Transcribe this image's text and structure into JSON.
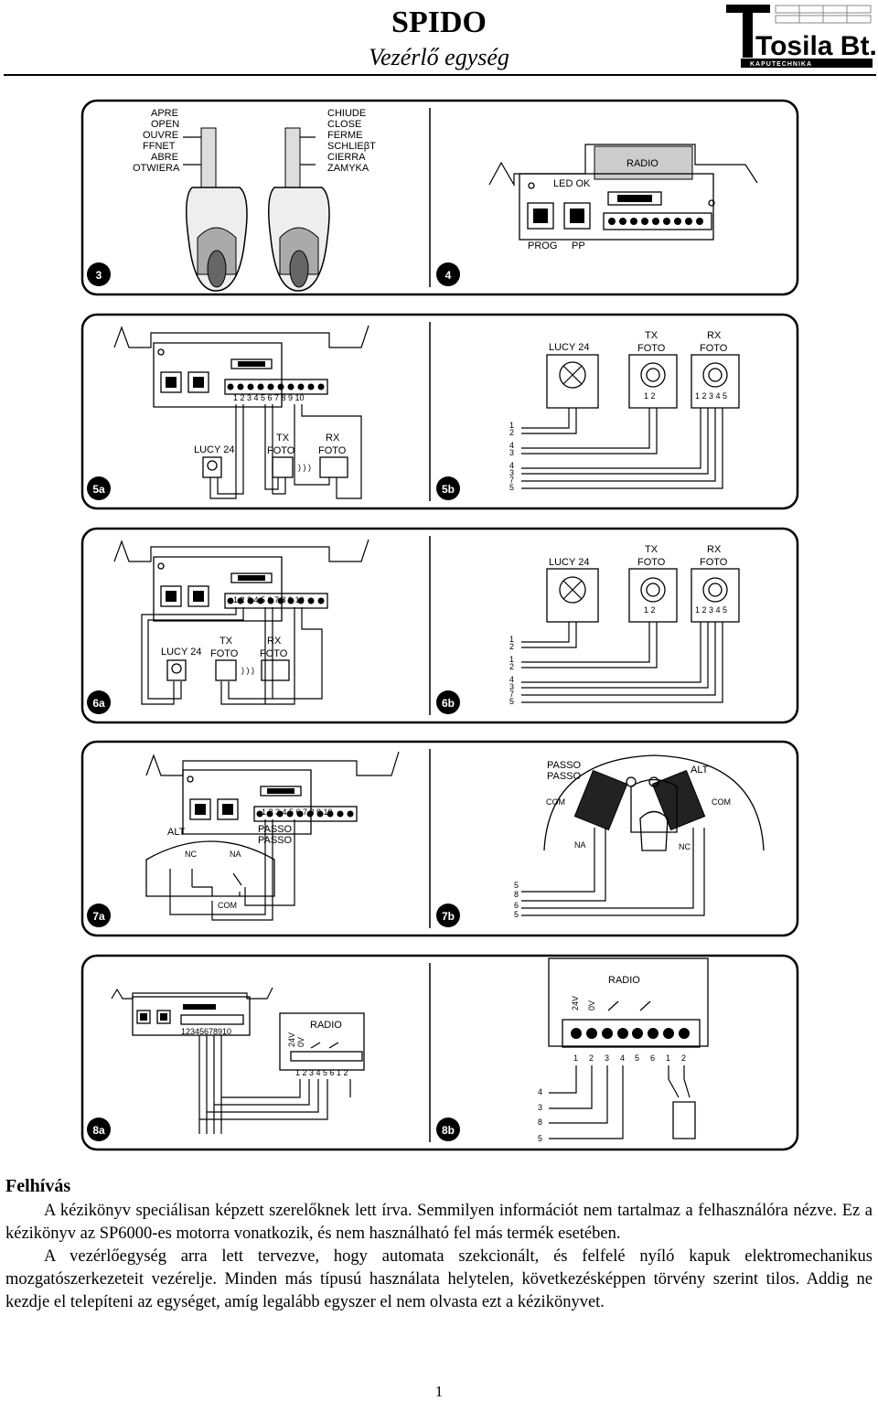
{
  "header": {
    "title": "SPIDO",
    "subtitle": "Vezérlő egység",
    "logo_text": "Tosila Bt.",
    "logo_tagline": "KAPUTECHNIKA"
  },
  "figures": {
    "f3": {
      "badge": "3",
      "open_words": [
        "APRE",
        "OPEN",
        "OUVRE",
        "FFNET",
        "ABRE",
        "OTWIERA"
      ],
      "close_words": [
        "CHIUDE",
        "CLOSE",
        "FERME",
        "SCHLIEβT",
        "CIERRA",
        "ZAMYKA"
      ]
    },
    "f4": {
      "badge": "4",
      "radio": "RADIO",
      "led": "LED OK",
      "prog": "PROG",
      "pp": "PP"
    },
    "f5a": {
      "badge": "5a",
      "terminals": "1 2 3 4 5 6 7 8 9 10",
      "lucy": "LUCY 24",
      "tx1": "TX",
      "tx2": "FOTO",
      "rx1": "RX",
      "rx2": "FOTO"
    },
    "f5b": {
      "badge": "5b",
      "lucy": "LUCY 24",
      "tx1": "TX",
      "tx2": "FOTO",
      "rx1": "RX",
      "rx2": "FOTO",
      "tx_terms": "1 2",
      "rx_terms": "1 2 3 4 5",
      "wire_numbers": [
        "1",
        "2",
        "4",
        "3",
        "4",
        "3",
        "7",
        "5"
      ]
    },
    "f6a": {
      "badge": "6a",
      "terminals": "1 2 3 4 5 6 7 8 9 10",
      "lucy": "LUCY 24",
      "tx1": "TX",
      "tx2": "FOTO",
      "rx1": "RX",
      "rx2": "FOTO"
    },
    "f6b": {
      "badge": "6b",
      "lucy": "LUCY 24",
      "tx1": "TX",
      "tx2": "FOTO",
      "rx1": "RX",
      "rx2": "FOTO",
      "tx_terms": "1 2",
      "rx_terms": "1 2 3 4 5",
      "wire_numbers": [
        "1",
        "2",
        "1",
        "2",
        "4",
        "3",
        "7",
        "5"
      ]
    },
    "f7a": {
      "badge": "7a",
      "terminals": "1 2 3 4 5 6 7 8 9 10",
      "alt": "ALT",
      "passo1": "PASSO",
      "passo2": "PASSO",
      "nc": "NC",
      "na": "NA",
      "com": "COM"
    },
    "f7b": {
      "badge": "7b",
      "passo1": "PASSO",
      "passo2": "PASSO",
      "alt": "ALT",
      "com_left": "COM",
      "com_right": "COM",
      "na": "NA",
      "nc": "NC",
      "wire_numbers": [
        "5",
        "8",
        "6",
        "5"
      ]
    },
    "f8a": {
      "badge": "8a",
      "terminals": "12345678910",
      "radio": "RADIO",
      "v24": "24V",
      "v0": "0V",
      "radio_terms": "1 2 3 4 5 6 1 2"
    },
    "f8b": {
      "badge": "8b",
      "radio": "RADIO",
      "v24": "24V",
      "v0": "0V",
      "radio_terms": [
        "1",
        "2",
        "3",
        "4",
        "5",
        "6",
        "1",
        "2"
      ],
      "wire_numbers": [
        "4",
        "3",
        "8",
        "5"
      ]
    }
  },
  "notice": {
    "heading": "Felhívás",
    "p1": "A kézikönyv speciálisan képzett szerelőknek lett írva. Semmilyen információt nem tartalmaz a felhasználóra nézve. Ez a kézikönyv az SP6000-es motorra vonatkozik, és nem használható fel más termék esetében.",
    "p2": "A vezérlőegység arra lett tervezve, hogy automata szekcionált, és felfelé nyíló kapuk elektromechanikus mozgatószerkezeteit vezérelje. Minden más típusú használata helytelen, következésképpen törvény szerint tilos. Addig ne kezdje el telepíteni az egységet, amíg legalább egyszer el nem olvasta ezt a kézikönyvet."
  },
  "page_number": "1"
}
